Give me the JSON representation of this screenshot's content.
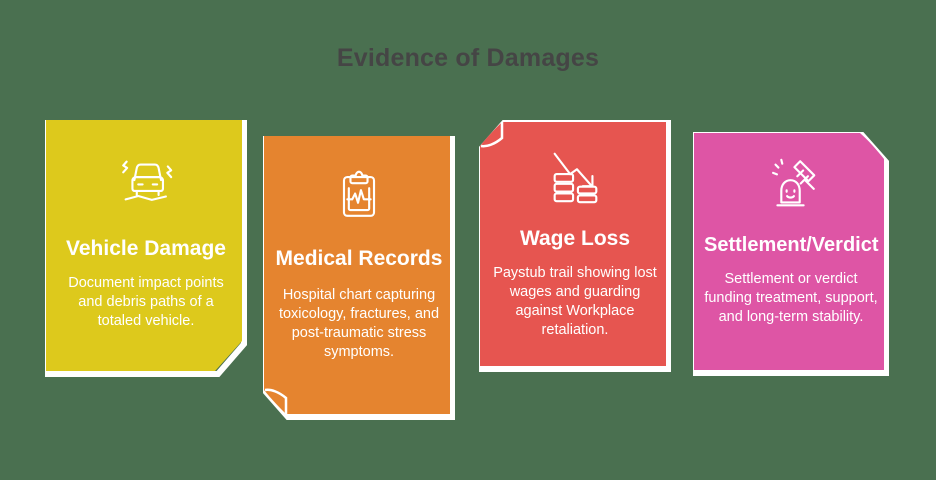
{
  "page": {
    "title": "Evidence of Damages",
    "background_color": "#4a7050",
    "title_color": "#454545"
  },
  "cards": [
    {
      "id": "vehicle-damage",
      "heading": "Vehicle Damage",
      "body": "Document impact points and debris paths of a totaled vehicle.",
      "color": "#ddc91c",
      "icon": "car-crash-icon",
      "fold_corner": "bottom-right"
    },
    {
      "id": "medical-records",
      "heading": "Medical Records",
      "body": "Hospital chart capturing toxicology, fractures, and post-traumatic stress symptoms.",
      "color": "#e5842f",
      "icon": "clipboard-chart-icon",
      "fold_corner": "bottom-left"
    },
    {
      "id": "wage-loss",
      "heading": "Wage Loss",
      "body": "Paystub trail showing lost wages and guarding against Workplace retaliation.",
      "color": "#e65550",
      "icon": "declining-wages-icon",
      "fold_corner": "top-left"
    },
    {
      "id": "settlement-verdict",
      "heading": "Settlement/Verdict",
      "body": "Settlement or verdict funding treatment, support, and long-term stability.",
      "color": "#de55a5",
      "icon": "gavel-icon",
      "fold_corner": "top-right"
    }
  ]
}
